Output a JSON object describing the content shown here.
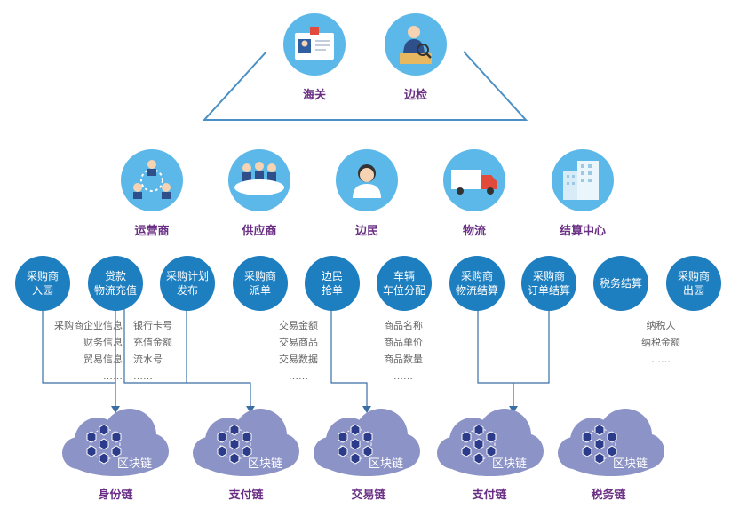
{
  "authorities": [
    {
      "label": "海关",
      "icon": "customs-id-card-icon"
    },
    {
      "label": "边检",
      "icon": "border-inspection-icon"
    }
  ],
  "participants": [
    {
      "label": "运营商",
      "icon": "operator-network-icon"
    },
    {
      "label": "供应商",
      "icon": "supplier-meeting-icon"
    },
    {
      "label": "边民",
      "icon": "border-resident-icon"
    },
    {
      "label": "物流",
      "icon": "truck-icon"
    },
    {
      "label": "结算中心",
      "icon": "settlement-building-icon"
    }
  ],
  "processes": [
    {
      "line1": "采购商",
      "line2": "入园"
    },
    {
      "line1": "贷款",
      "line2": "物流充值"
    },
    {
      "line1": "采购计划",
      "line2": "发布"
    },
    {
      "line1": "采购商",
      "line2": "派单"
    },
    {
      "line1": "边民",
      "line2": "抢单"
    },
    {
      "line1": "车辆",
      "line2": "车位分配"
    },
    {
      "line1": "采购商",
      "line2": "物流结算"
    },
    {
      "line1": "采购商",
      "line2": "订单结算"
    },
    {
      "line1": "税务结算",
      "line2": ""
    },
    {
      "line1": "采购商",
      "line2": "出园"
    }
  ],
  "data_lists": [
    {
      "items": [
        "采购商企业信息",
        "财务信息",
        "贸易信息",
        "……"
      ]
    },
    {
      "items": [
        "银行卡号",
        "充值金额",
        "流水号",
        "……"
      ]
    },
    {
      "items": [
        "交易金额",
        "交易商品",
        "交易数据",
        "……"
      ]
    },
    {
      "items": [
        "商品名称",
        "商品单价",
        "商品数量",
        "……"
      ]
    },
    {
      "items": [
        "纳税人",
        "纳税金额",
        "……"
      ]
    }
  ],
  "chains": [
    {
      "cloud_text": "区块链",
      "label": "身份链"
    },
    {
      "cloud_text": "区块链",
      "label": "支付链"
    },
    {
      "cloud_text": "区块链",
      "label": "交易链"
    },
    {
      "cloud_text": "区块链",
      "label": "支付链"
    },
    {
      "cloud_text": "区块链",
      "label": "税务链"
    }
  ],
  "colors": {
    "node_blue": "#1d7ec0",
    "label_purple": "#6a2f84",
    "cloud_gray": "#8c93c6",
    "connector_blue": "#3a6ea5",
    "icon_circle": "#5bb8e8"
  }
}
